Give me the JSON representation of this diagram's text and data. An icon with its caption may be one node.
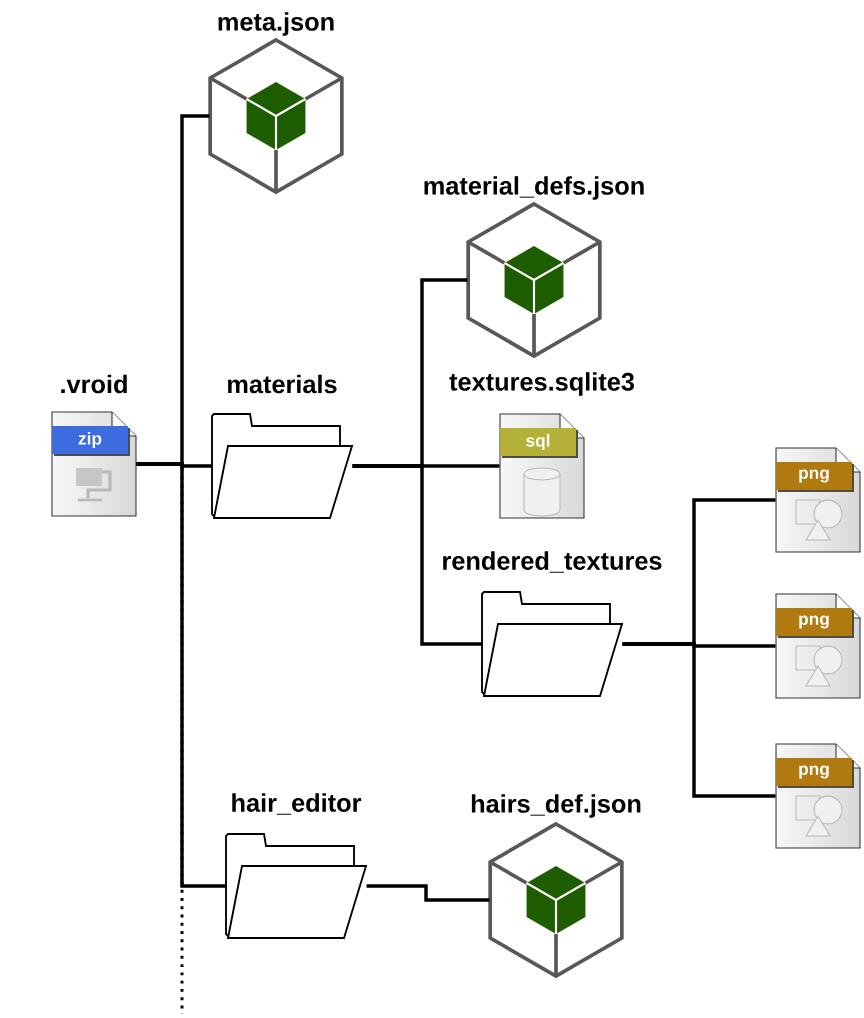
{
  "diagram": {
    "nodes": [
      {
        "text": [
          ".vroid",
          "zip"
        ]
      },
      {
        "text": [
          "meta.json"
        ]
      },
      {
        "text": [
          "materials"
        ]
      },
      {
        "text": [
          "hair_editor"
        ]
      },
      {
        "text": [
          "material_defs.json"
        ]
      },
      {
        "text": [
          "textures.sqlite3",
          "sql"
        ]
      },
      {
        "text": [
          "rendered_textures"
        ]
      },
      {
        "text": [
          "png"
        ]
      },
      {
        "text": [
          "png"
        ]
      },
      {
        "text": [
          "png"
        ]
      },
      {
        "text": [
          "hairs_def.json"
        ]
      }
    ],
    "edges": [
      {
        "from": 0,
        "to": null,
        "arrow": "none",
        "style": "dashed"
      },
      {
        "from": 0,
        "to": 1,
        "arrow": "none"
      },
      {
        "from": 0,
        "to": 2,
        "arrow": "none"
      },
      {
        "from": 0,
        "to": 3,
        "arrow": "none"
      },
      {
        "from": 2,
        "to": 4,
        "arrow": "none"
      },
      {
        "from": 2,
        "to": 5,
        "arrow": "none"
      },
      {
        "from": 2,
        "to": 6,
        "arrow": "none"
      },
      {
        "from": 6,
        "to": 7,
        "arrow": "none"
      },
      {
        "from": 6,
        "to": 8,
        "arrow": "none"
      },
      {
        "from": 6,
        "to": 9,
        "arrow": "none"
      },
      {
        "from": 3,
        "to": 10,
        "arrow": "none"
      }
    ]
  }
}
